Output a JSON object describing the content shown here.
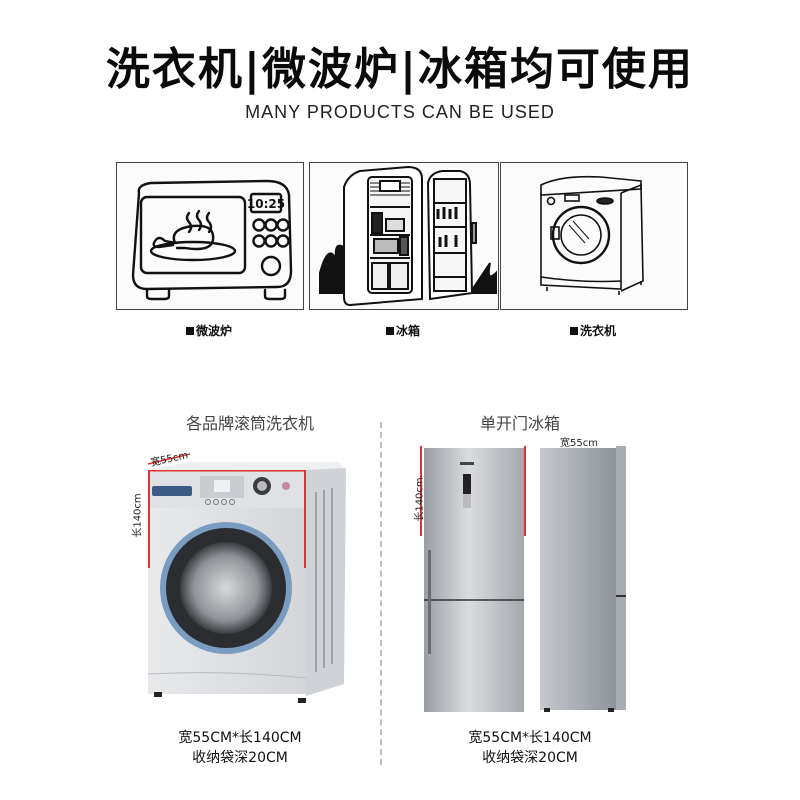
{
  "header": {
    "title": "洗衣机|微波炉|冰箱均可使用",
    "subtitle": "MANY PRODUCTS CAN BE USED"
  },
  "products": [
    {
      "label": "微波炉",
      "icon": "microwave-icon",
      "clock": "10:25"
    },
    {
      "label": "冰箱",
      "icon": "fridge-icon"
    },
    {
      "label": "洗衣机",
      "icon": "washing-machine-icon"
    }
  ],
  "sizes": {
    "washer": {
      "title": "各品牌滚筒洗衣机",
      "width_label": "宽55cm",
      "height_label": "长140cm",
      "spec_line1": "宽55CM*长140CM",
      "spec_line2": "收纳袋深20CM"
    },
    "fridge": {
      "title": "单开门冰箱",
      "width_label": "宽55cm",
      "height_label": "长140cm",
      "spec_line1": "宽55CM*长140CM",
      "spec_line2": "收纳袋深20CM"
    }
  },
  "colors": {
    "measure_line": "#dd3333",
    "steel": "#b8bcc0",
    "washer_ring": "#7a9cc0"
  }
}
